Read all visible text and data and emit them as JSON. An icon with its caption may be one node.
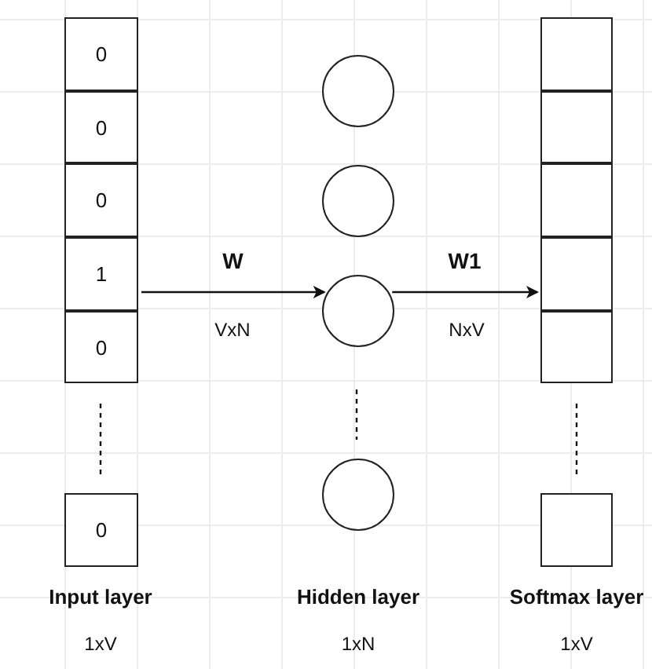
{
  "diagram": {
    "nodes": [
      {
        "text": [
          "0"
        ]
      },
      {
        "text": [
          "0"
        ]
      },
      {
        "text": [
          "0"
        ]
      },
      {
        "text": [
          "1"
        ]
      },
      {
        "text": [
          "0"
        ]
      },
      {
        "text": [
          "0"
        ]
      },
      {
        "text": [],
        "shape": "circle"
      },
      {
        "text": [],
        "shape": "circle"
      },
      {
        "text": [],
        "shape": "circle"
      },
      {
        "text": [],
        "shape": "circle"
      },
      {
        "text": [],
        "shape": "box"
      },
      {
        "text": [],
        "shape": "box"
      },
      {
        "text": [],
        "shape": "box"
      },
      {
        "text": [],
        "shape": "box"
      },
      {
        "text": [],
        "shape": "box"
      },
      {
        "text": [],
        "shape": "box"
      }
    ],
    "edges": [
      {
        "from": 3,
        "to": 8,
        "arrow": "to",
        "label": "W"
      },
      {
        "from": 8,
        "to": 13,
        "arrow": "to",
        "label": "W1"
      }
    ],
    "labels": [
      "VxN",
      "NxV",
      "Input layer",
      "Hidden layer",
      "Softmax layer",
      "1xV",
      "1xN",
      "1xV"
    ]
  }
}
